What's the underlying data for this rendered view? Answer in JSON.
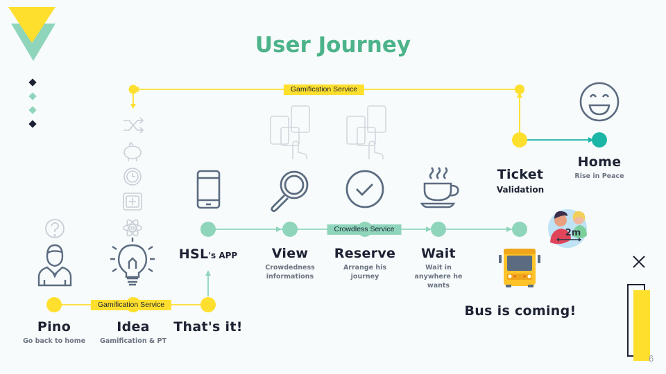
{
  "title": "User Journey",
  "page_number": "6",
  "services": {
    "top": "Gamification Service",
    "bottom": "Gamification Service",
    "middle": "Crowdless Service"
  },
  "steps": {
    "pino": {
      "title": "Pino",
      "sub": "Go back to home"
    },
    "idea": {
      "title": "Idea",
      "sub": "Gamification & PT"
    },
    "thats_it": {
      "title": "That's it!"
    },
    "hsl": {
      "title": "HSL",
      "suffix": "'s APP"
    },
    "view": {
      "title": "View",
      "sub1": "Crowdedness",
      "sub2": "informations"
    },
    "reserve": {
      "title": "Reserve",
      "sub1": "Arrange his",
      "sub2": "journey"
    },
    "wait": {
      "title": "Wait",
      "sub1": "Wait in",
      "sub2": "anywhere he",
      "sub3": "wants"
    },
    "ticket": {
      "title": "Ticket",
      "sub": "Validation"
    },
    "home": {
      "title": "Home",
      "sub": "Rise in Peace"
    },
    "bus": {
      "title": "Bus is coming!"
    }
  },
  "badge": {
    "distance": "2m"
  },
  "colors": {
    "yellow": "#ffdf2e",
    "mint": "#8fd5bb",
    "teal": "#1bb6a6",
    "green_title": "#4db38a",
    "icon": "#5b6b80",
    "faded_icon": "#c8ced6"
  }
}
